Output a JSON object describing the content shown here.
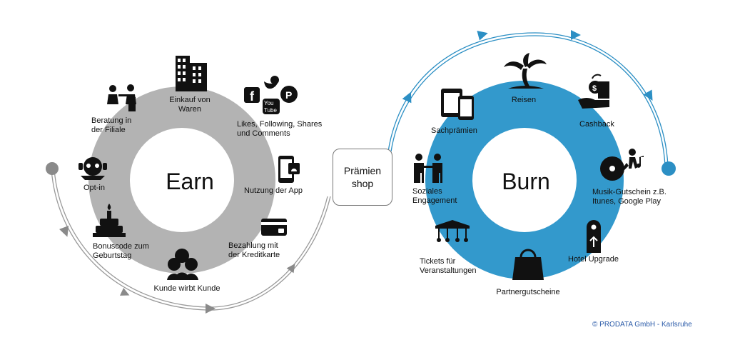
{
  "colors": {
    "earn_ring": "#b3b3b3",
    "burn_ring": "#3399cc",
    "earn_arrow": "#888888",
    "burn_arrow": "#2c8fc4",
    "copyright": "#2a5aa8"
  },
  "earn": {
    "title": "Earn",
    "items": [
      {
        "label": "Einkauf von\nWaren",
        "icon": "office-building-icon"
      },
      {
        "label": "Likes, Following, Shares\nund Comments",
        "icon": "social-media-icon"
      },
      {
        "label": "Nutzung der App",
        "icon": "smartphone-icon"
      },
      {
        "label": "Bezahlung mit\nder Kreditkarte",
        "icon": "credit-card-icon"
      },
      {
        "label": "Kunde wirbt Kunde",
        "icon": "group-icon"
      },
      {
        "label": "Bonuscode zum\nGeburtstag",
        "icon": "birthday-cake-icon"
      },
      {
        "label": "Opt-in",
        "icon": "opt-in-icon"
      },
      {
        "label": "Beratung in\nder Filiale",
        "icon": "consultation-icon"
      }
    ]
  },
  "hub": {
    "label": "Prämien\nshop"
  },
  "burn": {
    "title": "Burn",
    "items": [
      {
        "label": "Reisen",
        "icon": "palm-tree-icon"
      },
      {
        "label": "Cashback",
        "icon": "cashback-icon"
      },
      {
        "label": "Musik-Gutschein z.B.\nItunes, Google Play",
        "icon": "music-icon"
      },
      {
        "label": "Hotel Upgrade",
        "icon": "door-hanger-icon"
      },
      {
        "label": "Partnergutscheine",
        "icon": "shopping-bag-icon"
      },
      {
        "label": "Tickets für\nVeranstaltungen",
        "icon": "carousel-icon"
      },
      {
        "label": "Soziales\nEngagement",
        "icon": "people-icon"
      },
      {
        "label": "Sachprämien",
        "icon": "devices-icon"
      }
    ]
  },
  "footer": {
    "copyright": "© PRODATA GmbH - Karlsruhe"
  }
}
